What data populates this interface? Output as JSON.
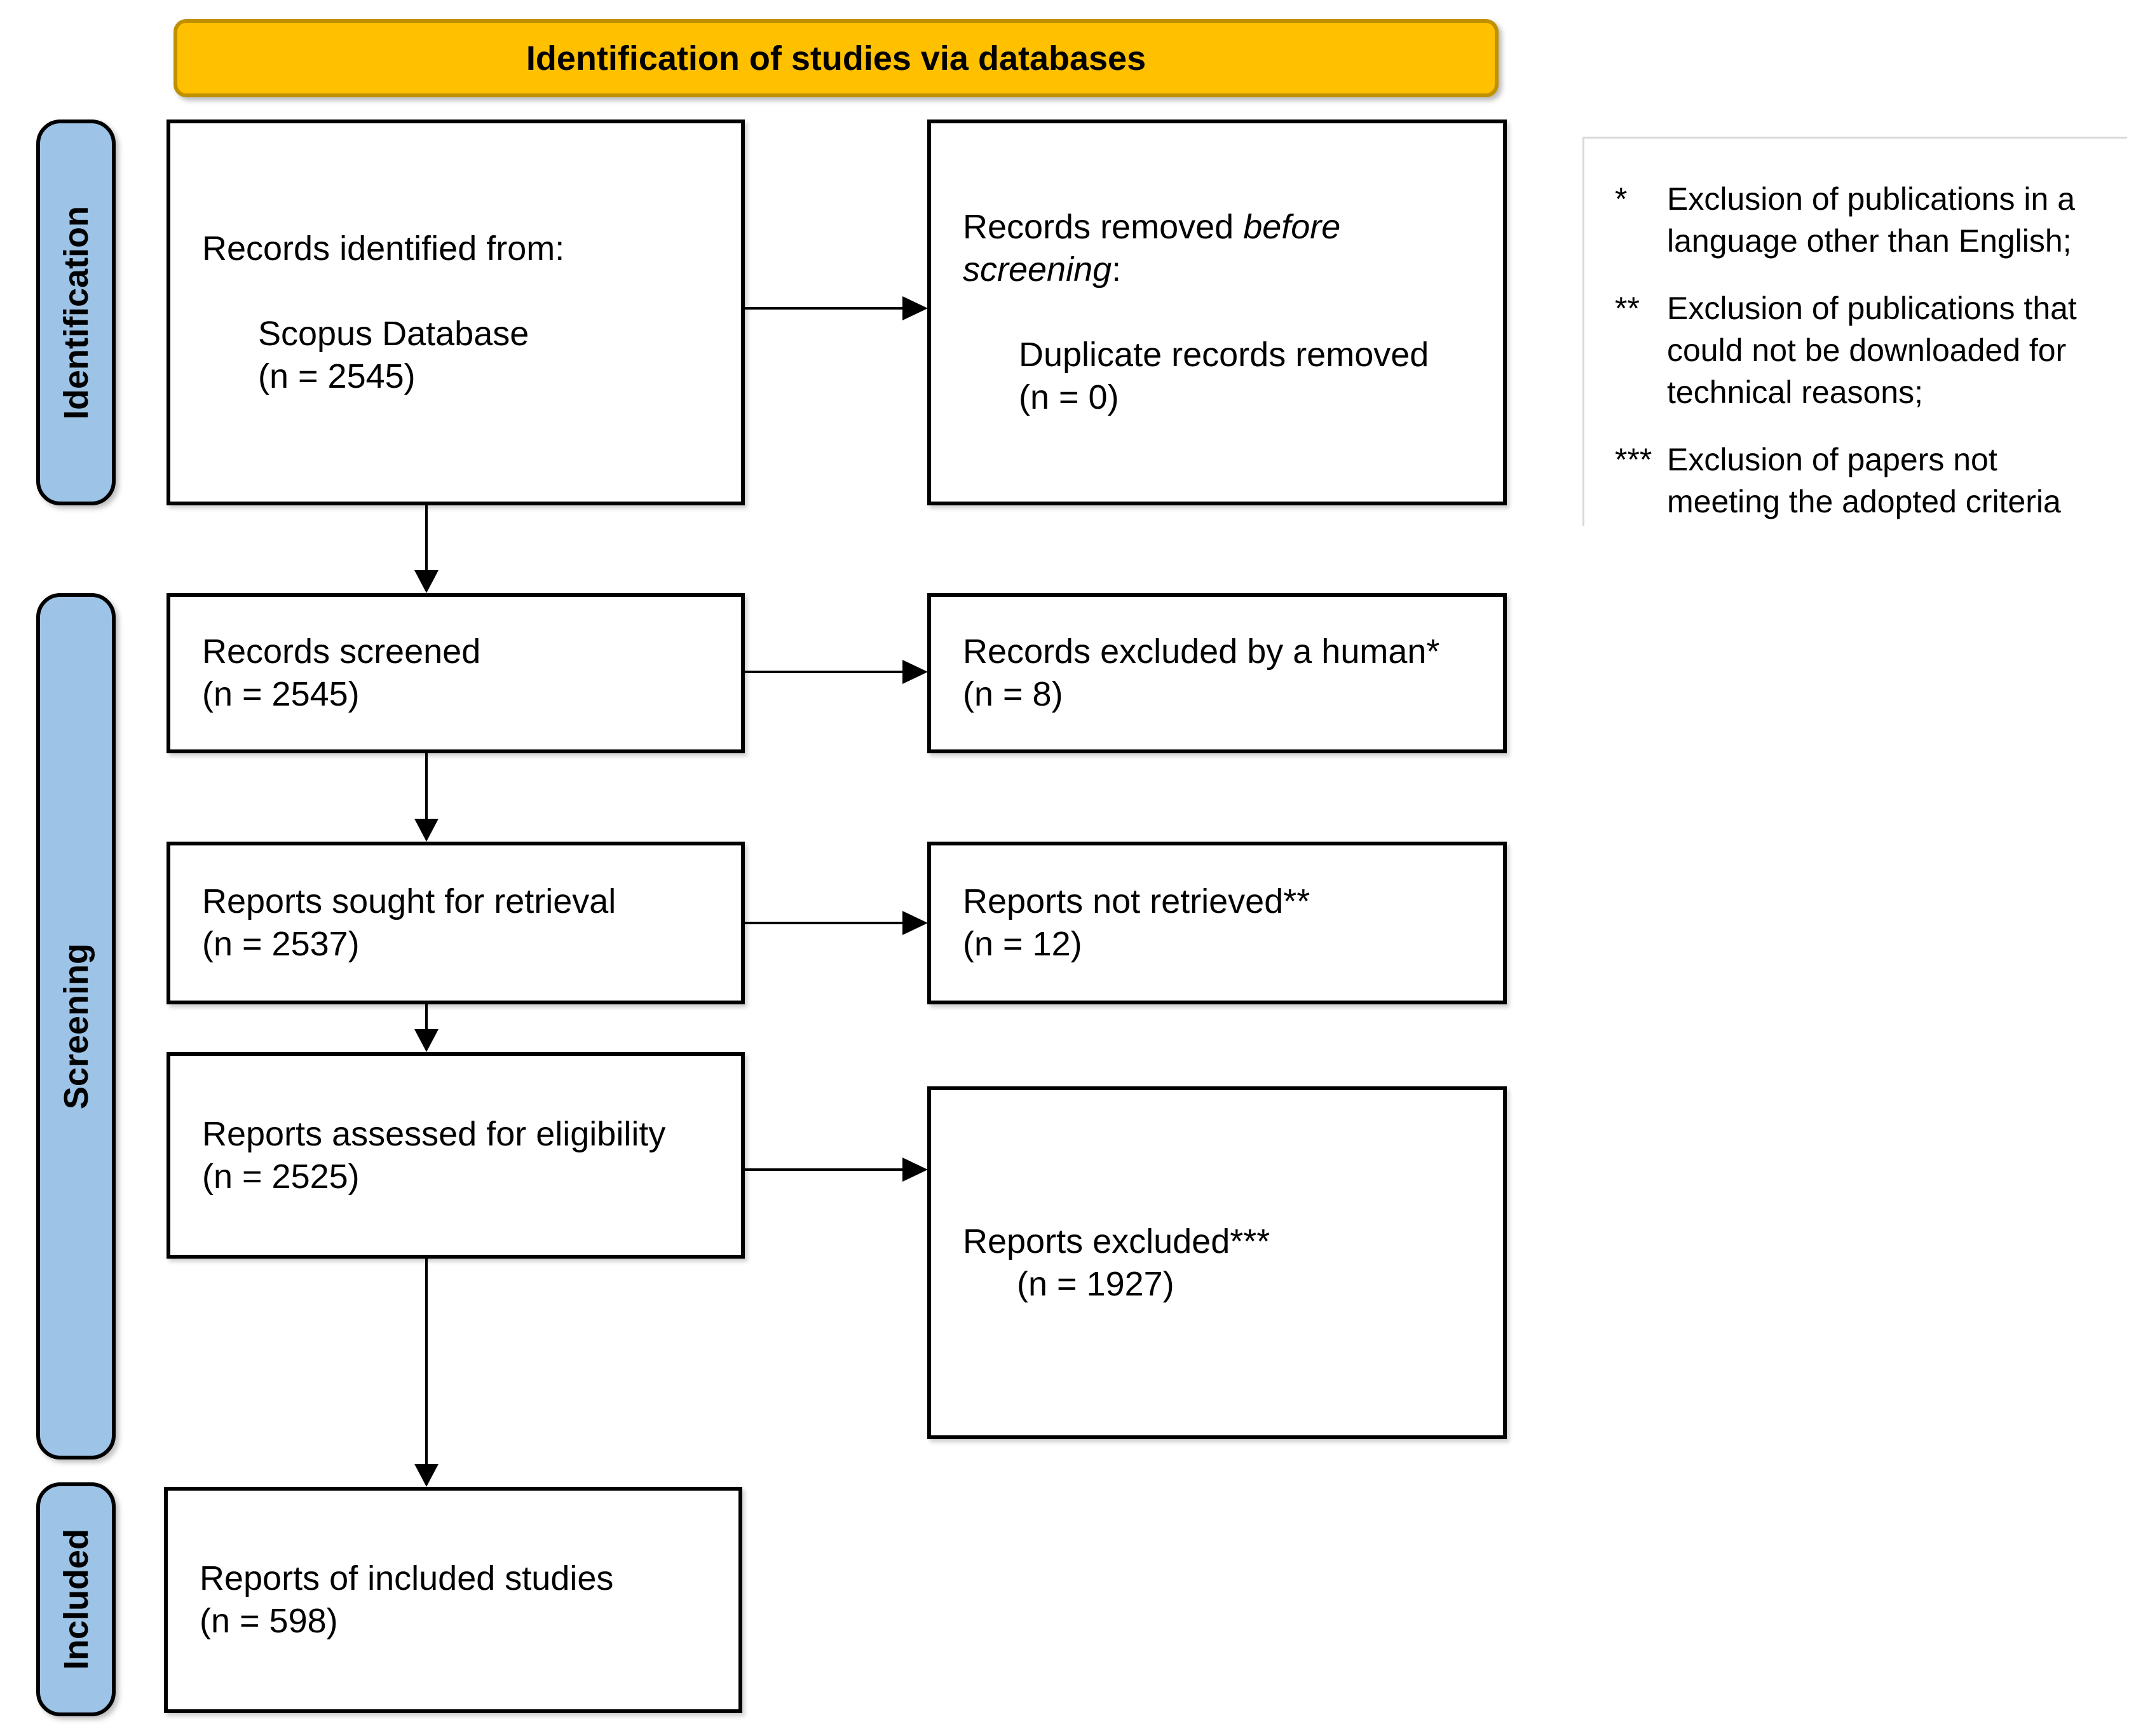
{
  "banner": {
    "label": "Identification of studies via databases"
  },
  "stages": {
    "identification": {
      "label": "Identification"
    },
    "screening": {
      "label": "Screening"
    },
    "included": {
      "label": "Included"
    }
  },
  "flow": {
    "identified": {
      "title": "Records identified from:",
      "source": "Scopus Database",
      "count": "(n = 2545)"
    },
    "removed": {
      "title_prefix": "Records removed ",
      "title_italic": "before screening",
      "title_suffix": ":",
      "reason": "Duplicate records removed",
      "count": "(n = 0)"
    },
    "screened": {
      "title": "Records screened",
      "count": "(n = 2545)"
    },
    "excluded_by_human": {
      "title": "Records excluded by a human*",
      "count": "(n = 8)"
    },
    "sought": {
      "title": "Reports sought for retrieval",
      "count": "(n = 2537)"
    },
    "not_retrieved": {
      "title": "Reports not retrieved**",
      "count": "(n = 12)"
    },
    "assessed": {
      "title": "Reports assessed for eligibility",
      "count": "(n = 2525)"
    },
    "excluded_reports": {
      "title": "Reports excluded***",
      "count": "(n = 1927)"
    },
    "included_studies": {
      "title": "Reports of included studies",
      "count": "(n = 598)"
    }
  },
  "footnotes": [
    {
      "marker": "*",
      "text": "Exclusion of publications in a language other than English;"
    },
    {
      "marker": "**",
      "text": "Exclusion of publications that could not be downloaded for technical reasons;"
    },
    {
      "marker": "***",
      "text": "Exclusion of papers not meeting the adopted criteria"
    }
  ],
  "colors": {
    "banner_bg": "#FFC000",
    "banner_border": "#BF9000",
    "stage_bg": "#9DC3E6",
    "box_border": "#000000",
    "footnote_rule": "#D9D9D9"
  }
}
